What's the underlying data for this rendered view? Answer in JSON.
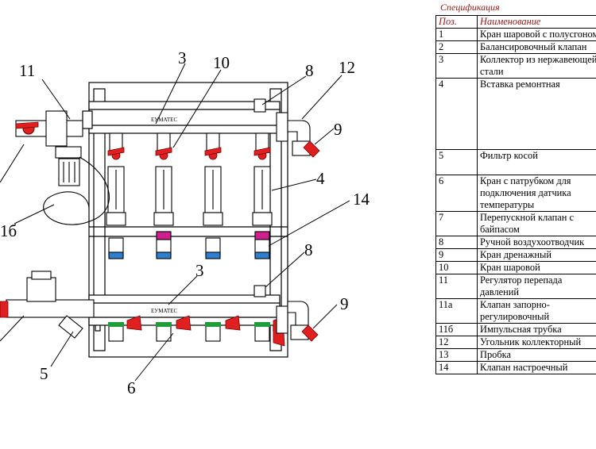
{
  "diagram": {
    "callouts": {
      "c3_top": "3",
      "c10": "10",
      "c11": "11",
      "c8_top": "8",
      "c12": "12",
      "c9_top": "9",
      "c4": "4",
      "c1b": "1б",
      "c14": "14",
      "c8_bottom": "8",
      "c3_bottom": "3",
      "c9_bottom": "9",
      "c5": "5",
      "c6": "6"
    },
    "pipe_labels": {
      "top": "ЕУМАТЕС",
      "bottom": "ЕУМАТЕС"
    },
    "colors": {
      "valve_handle": "#e02020",
      "clamp_green": "#1e9c3a",
      "clamp_blue": "#2f7fd0",
      "clamp_pink": "#d02090",
      "line": "#000000",
      "fill": "#ffffff"
    }
  },
  "spec": {
    "title": "Спецификация",
    "headers": {
      "pos": "Поз.",
      "name": "Наименование"
    },
    "rows": [
      {
        "pos": "1",
        "name": "Кран шаровой с полусгоном"
      },
      {
        "pos": "2",
        "name": "Балансировочный клапан"
      },
      {
        "pos": "3",
        "name": "Коллектор из нержавеющей стали"
      },
      {
        "pos": "4",
        "name": "Вставка ремонтная"
      },
      {
        "pos": "5",
        "name": "Фильтр косой"
      },
      {
        "pos": "6",
        "name": "Кран с патрубком для подключения датчика температуры"
      },
      {
        "pos": "7",
        "name": "Перепускной клапан с байпасом"
      },
      {
        "pos": "8",
        "name": "Ручной воздухоотводчик"
      },
      {
        "pos": "9",
        "name": "Кран дренажный"
      },
      {
        "pos": "10",
        "name": "Кран шаровой"
      },
      {
        "pos": "11",
        "name": "Регулятор перепада давлений"
      },
      {
        "pos": "11a",
        "name": "Клапан запорно-регулировочный"
      },
      {
        "pos": "11б",
        "name": "Импульсная трубка"
      },
      {
        "pos": "12",
        "name": "Угольник коллекторный"
      },
      {
        "pos": "13",
        "name": "Пробка"
      },
      {
        "pos": "14",
        "name": "Клапан настроечный"
      }
    ]
  }
}
